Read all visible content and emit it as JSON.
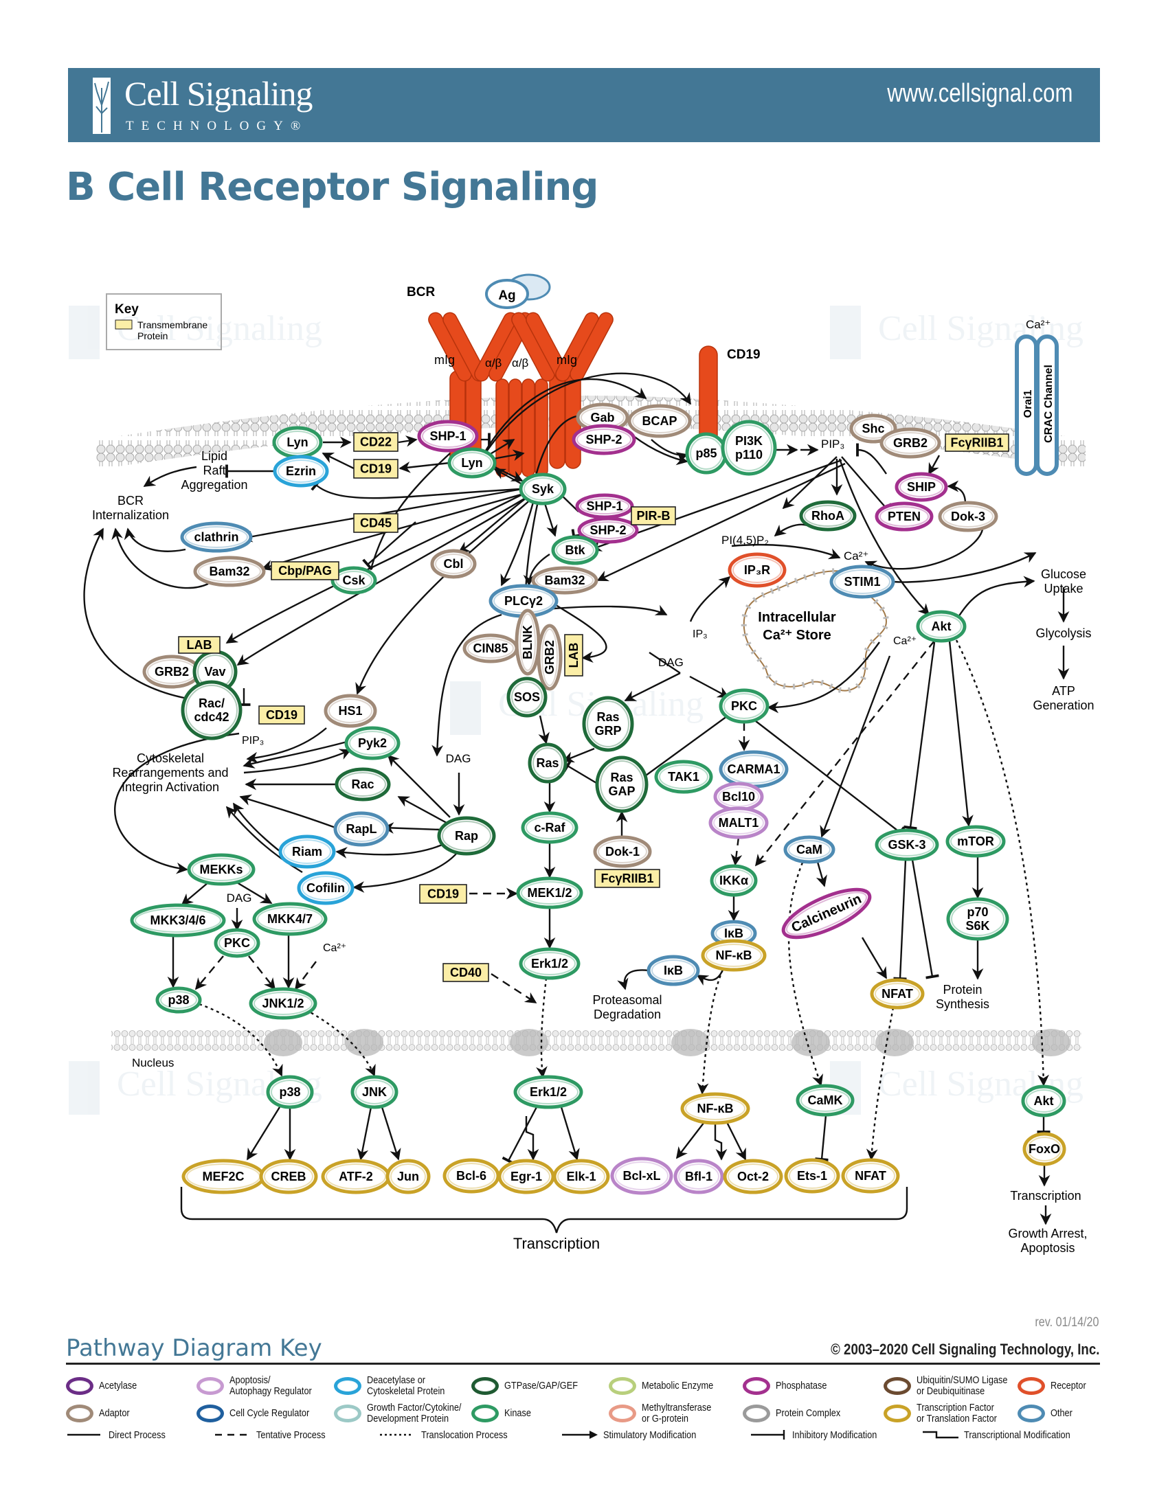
{
  "header": {
    "brand_name": "Cell Signaling",
    "brand_sub": "TECHNOLOGY®",
    "url": "www.cellsignal.com"
  },
  "page_title": "B Cell Receptor Signaling",
  "inset_key": {
    "title": "Key",
    "item_label": "Transmembrane\nProtein"
  },
  "colors": {
    "brand": "#437795",
    "kinase": "#2e9a63",
    "gtpase": "#1f6b3a",
    "adaptor": "#a08a78",
    "phosphatase": "#a3308e",
    "cytoskeletal": "#29a3d8",
    "other": "#4e8bb3",
    "tf": "#c9a227",
    "apoptosis": "#b984c8",
    "receptor": "#e0502a",
    "transmembrane": "#fbeea7",
    "receptor_fill": "#e64a1c"
  },
  "diagram": {
    "labels": {
      "bcr": "BCR",
      "ag": "Ag",
      "mig_left": "mIg",
      "mig_right": "mIg",
      "ab1": "α/β",
      "ab2": "α/β",
      "cd19_receptor": "CD19",
      "orai1": "Orai1",
      "crac": "CRAC Channel",
      "ca_top": "Ca²⁺",
      "lipid_raft": "Lipid\nRaft\nAggregation",
      "bcr_intern": "BCR\nInternalization",
      "pip3_top": "PIP₃",
      "pi45p2": "PI(4,5)P₂",
      "ca_mid": "Ca²⁺",
      "ip3": "IP₃",
      "dag_mid": "DAG",
      "ca_store": "Intracellular\nCa²⁺ Store",
      "ca_akt": "Ca²⁺",
      "glucose": "Glucose\nUptake",
      "glycolysis": "Glycolysis",
      "atp": "ATP\nGeneration",
      "pip3_left": "PIP₃",
      "cytoskeletal": "Cytoskeletal\nRearrangements and\nIntegrin Activation",
      "dag_left": "DAG",
      "dag_mekk": "DAG",
      "ca_jnk": "Ca²⁺",
      "proteasomal": "Proteasomal\nDegradation",
      "protein_synth": "Protein\nSynthesis",
      "nucleus": "Nucleus",
      "transcription": "Transcription",
      "transcription_right": "Transcription",
      "growth_arrest": "Growth Arrest,\nApoptosis"
    },
    "nodes": [
      {
        "id": "lyn_a",
        "label": "Lyn",
        "type": "kinase"
      },
      {
        "id": "shp1_a",
        "label": "SHP-1",
        "type": "phosphatase"
      },
      {
        "id": "ezrin",
        "label": "Ezrin",
        "type": "cytoskeletal"
      },
      {
        "id": "lyn_b",
        "label": "Lyn",
        "type": "kinase"
      },
      {
        "id": "syk",
        "label": "Syk",
        "type": "kinase"
      },
      {
        "id": "gab",
        "label": "Gab",
        "type": "adaptor"
      },
      {
        "id": "shp2_a",
        "label": "SHP-2",
        "type": "phosphatase"
      },
      {
        "id": "bcap",
        "label": "BCAP",
        "type": "adaptor"
      },
      {
        "id": "p85",
        "label": "p85",
        "type": "kinase"
      },
      {
        "id": "pi3k",
        "label": "PI3K\np110",
        "type": "kinase"
      },
      {
        "id": "shc",
        "label": "Shc",
        "type": "adaptor"
      },
      {
        "id": "grb2_a",
        "label": "GRB2",
        "type": "adaptor"
      },
      {
        "id": "ship",
        "label": "SHIP",
        "type": "phosphatase"
      },
      {
        "id": "pten",
        "label": "PTEN",
        "type": "phosphatase"
      },
      {
        "id": "dok3",
        "label": "Dok-3",
        "type": "adaptor"
      },
      {
        "id": "rhoa",
        "label": "RhoA",
        "type": "gtpase"
      },
      {
        "id": "clathrin",
        "label": "clathrin",
        "type": "other"
      },
      {
        "id": "bam32_a",
        "label": "Bam32",
        "type": "adaptor"
      },
      {
        "id": "csk",
        "label": "Csk",
        "type": "kinase"
      },
      {
        "id": "shp1_b",
        "label": "SHP-1",
        "type": "phosphatase"
      },
      {
        "id": "shp2_b",
        "label": "SHP-2",
        "type": "phosphatase"
      },
      {
        "id": "btk",
        "label": "Btk",
        "type": "kinase"
      },
      {
        "id": "cbl",
        "label": "Cbl",
        "type": "adaptor"
      },
      {
        "id": "bam32_b",
        "label": "Bam32",
        "type": "adaptor"
      },
      {
        "id": "plcg2",
        "label": "PLCγ2",
        "type": "other"
      },
      {
        "id": "ip3r",
        "label": "IP₃R",
        "type": "receptor"
      },
      {
        "id": "stim1",
        "label": "STIM1",
        "type": "other"
      },
      {
        "id": "akt",
        "label": "Akt",
        "type": "kinase"
      },
      {
        "id": "cin85",
        "label": "CIN85",
        "type": "adaptor"
      },
      {
        "id": "blnk",
        "label": "BLNK",
        "type": "adaptor"
      },
      {
        "id": "grb2_b",
        "label": "GRB2",
        "type": "adaptor"
      },
      {
        "id": "grb2_c",
        "label": "GRB2",
        "type": "adaptor"
      },
      {
        "id": "vav",
        "label": "Vav",
        "type": "gtpase"
      },
      {
        "id": "rac_cdc42",
        "label": "Rac/\ncdc42",
        "type": "gtpase"
      },
      {
        "id": "hs1",
        "label": "HS1",
        "type": "adaptor"
      },
      {
        "id": "sos",
        "label": "SOS",
        "type": "gtpase"
      },
      {
        "id": "rasgrp",
        "label": "Ras\nGRP",
        "type": "gtpase"
      },
      {
        "id": "pkc_a",
        "label": "PKC",
        "type": "kinase"
      },
      {
        "id": "pyk2",
        "label": "Pyk2",
        "type": "kinase"
      },
      {
        "id": "rac",
        "label": "Rac",
        "type": "gtpase"
      },
      {
        "id": "ras",
        "label": "Ras",
        "type": "gtpase"
      },
      {
        "id": "rasgap",
        "label": "Ras\nGAP",
        "type": "gtpase"
      },
      {
        "id": "tak1",
        "label": "TAK1",
        "type": "kinase"
      },
      {
        "id": "carma1",
        "label": "CARMA1",
        "type": "other"
      },
      {
        "id": "bcl10",
        "label": "Bcl10",
        "type": "apoptosis"
      },
      {
        "id": "malt1",
        "label": "MALT1",
        "type": "apoptosis"
      },
      {
        "id": "rapl",
        "label": "RapL",
        "type": "other"
      },
      {
        "id": "rap",
        "label": "Rap",
        "type": "gtpase"
      },
      {
        "id": "craf",
        "label": "c-Raf",
        "type": "kinase"
      },
      {
        "id": "dok1",
        "label": "Dok-1",
        "type": "adaptor"
      },
      {
        "id": "riam",
        "label": "Riam",
        "type": "cytoskeletal"
      },
      {
        "id": "cam",
        "label": "CaM",
        "type": "other"
      },
      {
        "id": "gsk3",
        "label": "GSK-3",
        "type": "kinase"
      },
      {
        "id": "mtor",
        "label": "mTOR",
        "type": "kinase"
      },
      {
        "id": "mekks",
        "label": "MEKKs",
        "type": "kinase"
      },
      {
        "id": "cofilin",
        "label": "Cofilin",
        "type": "cytoskeletal"
      },
      {
        "id": "mek12",
        "label": "MEK1/2",
        "type": "kinase"
      },
      {
        "id": "ikka",
        "label": "IKKα",
        "type": "kinase"
      },
      {
        "id": "calcineurin",
        "label": "Calcineurin",
        "type": "phosphatase"
      },
      {
        "id": "mkk346",
        "label": "MKK3/4/6",
        "type": "kinase"
      },
      {
        "id": "mkk47",
        "label": "MKK4/7",
        "type": "kinase"
      },
      {
        "id": "p70s6k",
        "label": "p70\nS6K",
        "type": "kinase"
      },
      {
        "id": "pkc_b",
        "label": "PKC",
        "type": "kinase"
      },
      {
        "id": "ikb_a",
        "label": "IκB",
        "type": "other"
      },
      {
        "id": "nfkb_a",
        "label": "NF-κB",
        "type": "tf"
      },
      {
        "id": "erk_a",
        "label": "Erk1/2",
        "type": "kinase"
      },
      {
        "id": "ikb_b",
        "label": "IκB",
        "type": "other"
      },
      {
        "id": "nfat_a",
        "label": "NFAT",
        "type": "tf"
      },
      {
        "id": "p38_a",
        "label": "p38",
        "type": "kinase"
      },
      {
        "id": "jnk12",
        "label": "JNK1/2",
        "type": "kinase"
      },
      {
        "id": "p38_b",
        "label": "p38",
        "type": "kinase"
      },
      {
        "id": "jnk",
        "label": "JNK",
        "type": "kinase"
      },
      {
        "id": "erk_b",
        "label": "Erk1/2",
        "type": "kinase"
      },
      {
        "id": "nfkb_b",
        "label": "NF-κB",
        "type": "tf"
      },
      {
        "id": "camk",
        "label": "CaMK",
        "type": "kinase"
      },
      {
        "id": "akt_b",
        "label": "Akt",
        "type": "kinase"
      },
      {
        "id": "foxo",
        "label": "FoxO",
        "type": "tf"
      },
      {
        "id": "mef2c",
        "label": "MEF2C",
        "type": "tf"
      },
      {
        "id": "creb",
        "label": "CREB",
        "type": "tf"
      },
      {
        "id": "atf2",
        "label": "ATF-2",
        "type": "tf"
      },
      {
        "id": "jun",
        "label": "Jun",
        "type": "tf"
      },
      {
        "id": "bcl6",
        "label": "Bcl-6",
        "type": "tf"
      },
      {
        "id": "egr1",
        "label": "Egr-1",
        "type": "tf"
      },
      {
        "id": "elk1",
        "label": "Elk-1",
        "type": "tf"
      },
      {
        "id": "bclxl",
        "label": "Bcl-xL",
        "type": "apoptosis"
      },
      {
        "id": "bfl1",
        "label": "Bfl-1",
        "type": "apoptosis"
      },
      {
        "id": "oct2",
        "label": "Oct-2",
        "type": "tf"
      },
      {
        "id": "ets1",
        "label": "Ets-1",
        "type": "tf"
      },
      {
        "id": "nfat_b",
        "label": "NFAT",
        "type": "tf"
      }
    ],
    "boxes": [
      {
        "id": "cd22",
        "label": "CD22"
      },
      {
        "id": "cd19_a",
        "label": "CD19"
      },
      {
        "id": "cd45",
        "label": "CD45"
      },
      {
        "id": "cbp",
        "label": "Cbp/PAG"
      },
      {
        "id": "pirb",
        "label": "PIR-B"
      },
      {
        "id": "fcg_a",
        "label": "FcγRIIB1"
      },
      {
        "id": "lab_a",
        "label": "LAB"
      },
      {
        "id": "lab_b",
        "label": "LAB"
      },
      {
        "id": "cd19_b",
        "label": "CD19"
      },
      {
        "id": "cd19_c",
        "label": "CD19"
      },
      {
        "id": "fcg_b",
        "label": "FcγRIIB1"
      },
      {
        "id": "cd40",
        "label": "CD40"
      }
    ]
  },
  "footer": {
    "revision": "rev. 01/14/20",
    "copyright": "© 2003–2020 Cell Signaling Technology, Inc.",
    "key_title": "Pathway Diagram Key",
    "legend": [
      {
        "label": "Acetylase",
        "color": "#6b2d86"
      },
      {
        "label": "Apoptosis/\nAutophagy Regulator",
        "color": "#c79ad1"
      },
      {
        "label": "Deacetylase or\nCytoskeletal Protein",
        "color": "#29a3d8"
      },
      {
        "label": "GTPase/GAP/GEF",
        "color": "#1f5a32"
      },
      {
        "label": "Metabolic Enzyme",
        "color": "#b8cf7c"
      },
      {
        "label": "Phosphatase",
        "color": "#a3308e"
      },
      {
        "label": "Ubiquitin/SUMO Ligase\nor Deubiquitinase",
        "color": "#6b4a30"
      },
      {
        "label": "Receptor",
        "color": "#e0502a"
      },
      {
        "label": "Adaptor",
        "color": "#a08a78"
      },
      {
        "label": "Cell Cycle Regulator",
        "color": "#1f5f9e"
      },
      {
        "label": "Growth Factor/Cytokine/\nDevelopment Protein",
        "color": "#9cc9c6"
      },
      {
        "label": "Kinase",
        "color": "#2e9a63"
      },
      {
        "label": "Methyltransferase\nor G-protein",
        "color": "#e89a86"
      },
      {
        "label": "Protein Complex",
        "color": "#9a9a9a"
      },
      {
        "label": "Transcription Factor\nor Translation Factor",
        "color": "#c9a227"
      },
      {
        "label": "Other",
        "color": "#4e8bb3"
      }
    ],
    "line_legend": [
      {
        "label": "Direct Process",
        "style": "solid"
      },
      {
        "label": "Tentative Process",
        "style": "dashed"
      },
      {
        "label": "Translocation Process",
        "style": "dotted"
      },
      {
        "label": "Stimulatory Modification",
        "style": "arrow"
      },
      {
        "label": "Inhibitory Modification",
        "style": "inhibit"
      },
      {
        "label": "Transcriptional Modification",
        "style": "transcriptional"
      }
    ]
  }
}
